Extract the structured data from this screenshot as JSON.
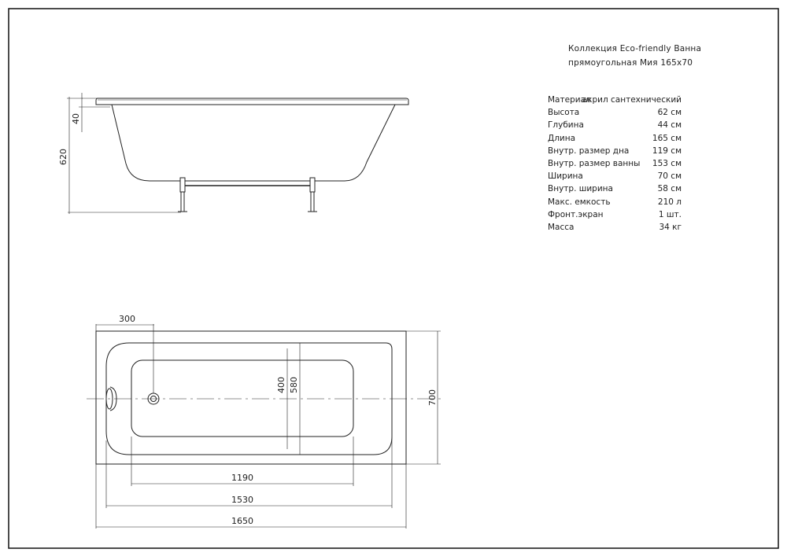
{
  "title": {
    "line1": "Коллекция Eco-friendly Ванна",
    "line2": "прямоугольная  Мия 165x70"
  },
  "specs": [
    {
      "key": "Материал",
      "value": "акрил сантехнический"
    },
    {
      "key": "Высота",
      "value": "62 см"
    },
    {
      "key": "Глубина",
      "value": "44 см"
    },
    {
      "key": "Длина",
      "value": "165 см"
    },
    {
      "key": "Внутр. размер дна",
      "value": "119 см"
    },
    {
      "key": "Внутр. размер ванны",
      "value": "153 см"
    },
    {
      "key": "Ширина",
      "value": "70 см"
    },
    {
      "key": "Внутр. ширина",
      "value": "58 см"
    },
    {
      "key": "Макс. емкость",
      "value": "210 л"
    },
    {
      "key": "Фронт.экран",
      "value": "1 шт."
    },
    {
      "key": "Масса",
      "value": "34 кг"
    }
  ],
  "side_view": {
    "dim_rim": "40",
    "dim_height": "620"
  },
  "top_view": {
    "dim_drain_offset": "300",
    "dim_inner_bottom_width": "400",
    "dim_inner_width": "580",
    "dim_width": "700",
    "dim_inner_bottom_length": "1190",
    "dim_inner_length": "1530",
    "dim_length": "1650"
  }
}
